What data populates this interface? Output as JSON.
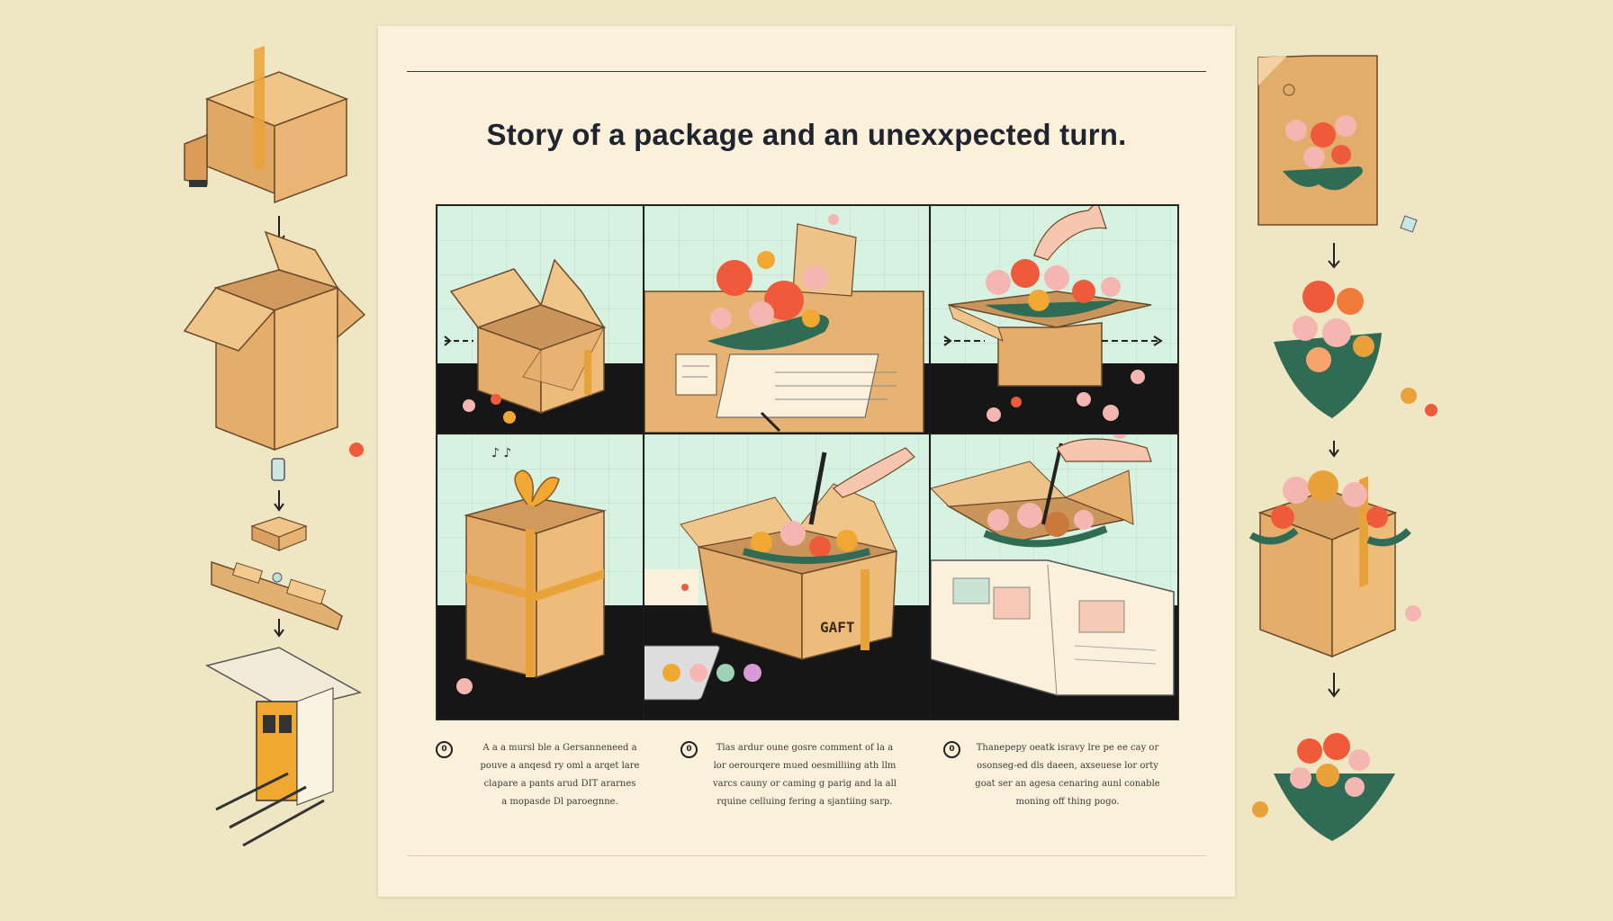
{
  "title": "Story of a package and an unexxpected turn.",
  "captions": [
    {
      "number": "0",
      "lines": [
        "A a a mursl ble a Gersanneneed a",
        "pouve a anqesd ry oml a arqet lare",
        "clapare a pants arud DIT ararnes",
        "a mopasde Dl paroegnne."
      ]
    },
    {
      "number": "0",
      "lines": [
        "Tlas ardur oune gosre comment of la a",
        "lor oerourqere mued oesmilliing ath llm",
        "varcs cauny or caming g parig and la all",
        "rquine celluing fering a sjantiing sarp."
      ]
    },
    {
      "number": "0",
      "lines": [
        "Thanepepy oeatk isravy lre pe ee cay or",
        "osonseg-ed dls daeen, axseuese lor orty",
        "goat ser an agesa cenaring aunl conable",
        "moning off thing pogo."
      ]
    }
  ],
  "box_label": "GAFT",
  "colors": {
    "background": "#efe7c4",
    "poster": "#fbf0da",
    "panel_bg": "#d8f2e1",
    "cardboard": "#e8b872",
    "cardboard_dark": "#c99556",
    "ribbon": "#e8a23a",
    "flower_red": "#ef5a3a",
    "flower_pink": "#f4b6b0",
    "leaf": "#2f6b55"
  },
  "icons": [
    "arrow-down-icon",
    "arrow-right-icon",
    "flower-icon",
    "box-icon"
  ]
}
